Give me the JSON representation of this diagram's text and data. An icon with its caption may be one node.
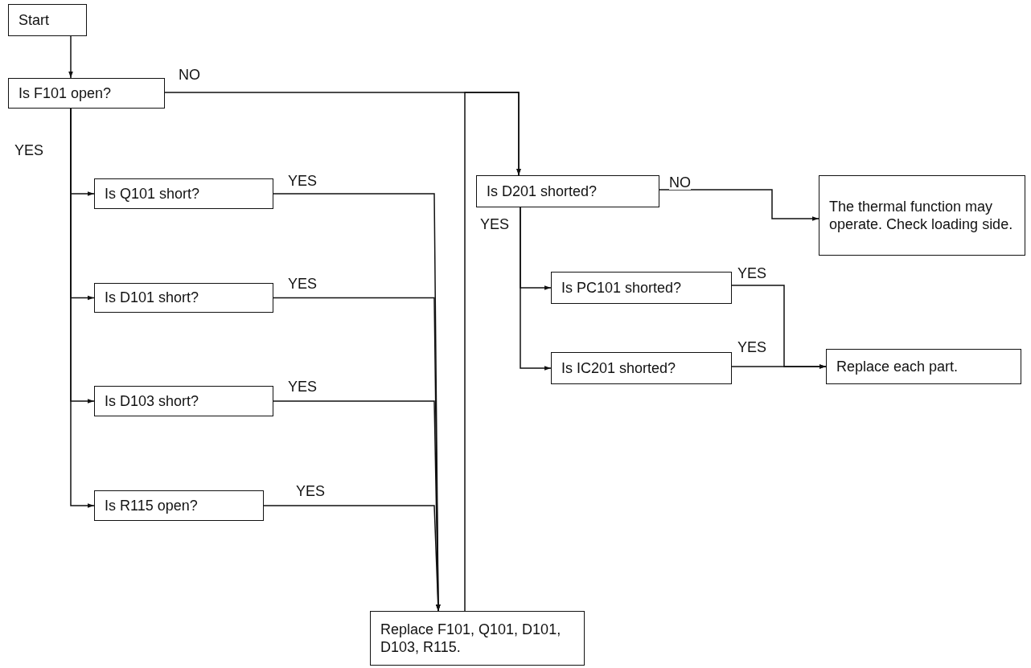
{
  "diagram": {
    "nodes": [
      {
        "text": [
          "Start"
        ]
      },
      {
        "text": [
          "Is F101 open?"
        ]
      },
      {
        "text": [
          "Is Q101 short?"
        ]
      },
      {
        "text": [
          "Is D101 short?"
        ]
      },
      {
        "text": [
          "Is D103 short?"
        ]
      },
      {
        "text": [
          "Is R115 open?"
        ]
      },
      {
        "text": [
          "Replace F101, Q101, D101, D103, R115."
        ]
      },
      {
        "text": [
          "Is D201 shorted?"
        ]
      },
      {
        "text": [
          "The thermal function may operate. Check loading side."
        ]
      },
      {
        "text": [
          "Is PC101 shorted?"
        ]
      },
      {
        "text": [
          "Is IC201 shorted?"
        ]
      },
      {
        "text": [
          "Replace each part."
        ]
      }
    ],
    "edges": [
      {
        "from": 0,
        "to": 1,
        "arrow": "to"
      },
      {
        "from": 1,
        "to": 2,
        "arrow": "to",
        "label": "YES"
      },
      {
        "from": 1,
        "to": 3,
        "arrow": "to"
      },
      {
        "from": 1,
        "to": 4,
        "arrow": "to"
      },
      {
        "from": 1,
        "to": 5,
        "arrow": "to"
      },
      {
        "from": 2,
        "to": 6,
        "arrow": "to",
        "label": "YES"
      },
      {
        "from": 3,
        "to": 6,
        "arrow": "to",
        "label": "YES"
      },
      {
        "from": 4,
        "to": 6,
        "arrow": "to",
        "label": "YES"
      },
      {
        "from": 5,
        "to": 6,
        "arrow": "to",
        "label": "YES"
      },
      {
        "from": 6,
        "to": 7,
        "arrow": "to"
      },
      {
        "from": 1,
        "to": 7,
        "arrow": "to",
        "label": "NO"
      },
      {
        "from": 7,
        "to": 8,
        "arrow": "to",
        "label": "NO"
      },
      {
        "from": 7,
        "to": 9,
        "arrow": "to",
        "label": "YES"
      },
      {
        "from": 7,
        "to": 10,
        "arrow": "to"
      },
      {
        "from": 9,
        "to": 11,
        "arrow": "to",
        "label": "YES"
      },
      {
        "from": 10,
        "to": 11,
        "arrow": "to",
        "label": "YES"
      }
    ]
  }
}
